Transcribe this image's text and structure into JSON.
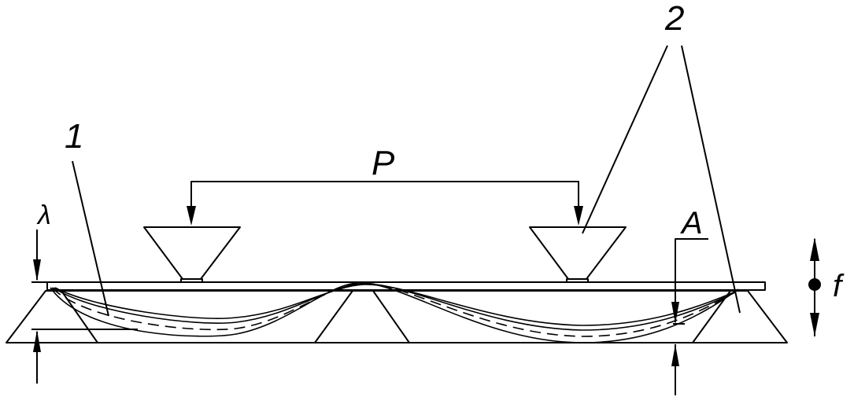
{
  "labels": {
    "part_1": "1",
    "part_2": "2",
    "load": "P",
    "lambda": "λ",
    "section": "A",
    "f": "f"
  }
}
